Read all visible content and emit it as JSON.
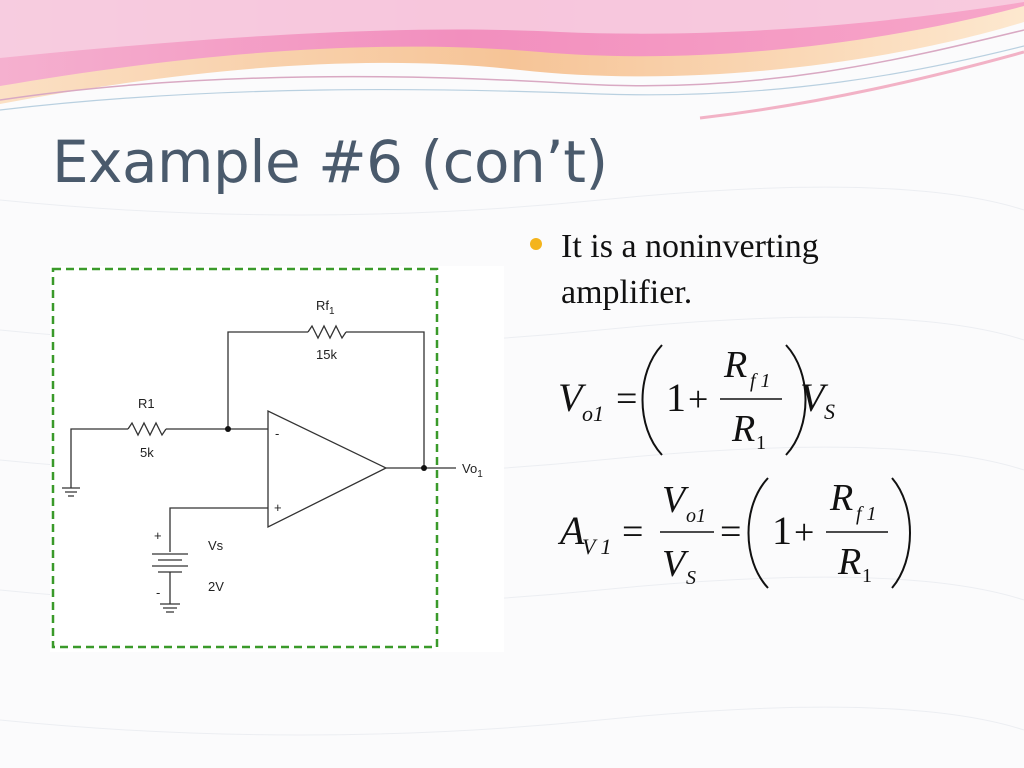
{
  "slide": {
    "title": "Example #6 (con’t)",
    "bullet": "It is a noninverting amplifier."
  },
  "circuit": {
    "feedback_resistor_label": "Rf",
    "feedback_resistor_subscript": "1",
    "feedback_resistor_value": "15k",
    "input_resistor_label": "R1",
    "input_resistor_value": "5k",
    "source_label": "Vs",
    "source_value": "2V",
    "output_label": "Vo",
    "output_subscript": "1",
    "opamp_minus": "-",
    "opamp_plus": "+",
    "battery_plus": "+",
    "battery_minus": "-"
  },
  "formulas": {
    "f1": {
      "V": "V",
      "o1": "o1",
      "eq": "=",
      "one": "1",
      "plus": "+",
      "R": "R",
      "f1": "f 1",
      "R_den": "R",
      "den_sub": "1",
      "V2": "V",
      "S": "S"
    },
    "f2": {
      "A": "A",
      "V1": "V 1",
      "eq": "=",
      "V_num": "V",
      "o1": "o1",
      "V_den": "V",
      "S": "S",
      "eq2": "=",
      "one": "1",
      "plus": "+",
      "R": "R",
      "f1": "f 1",
      "R_den": "R",
      "den_sub": "1"
    }
  },
  "colors": {
    "title": "#4a5a6c",
    "bullet_dot": "#f4b41c",
    "frame": "#3a9a2a",
    "wave_pink": "#f08cbf",
    "wave_peach": "#f7c9a0"
  }
}
